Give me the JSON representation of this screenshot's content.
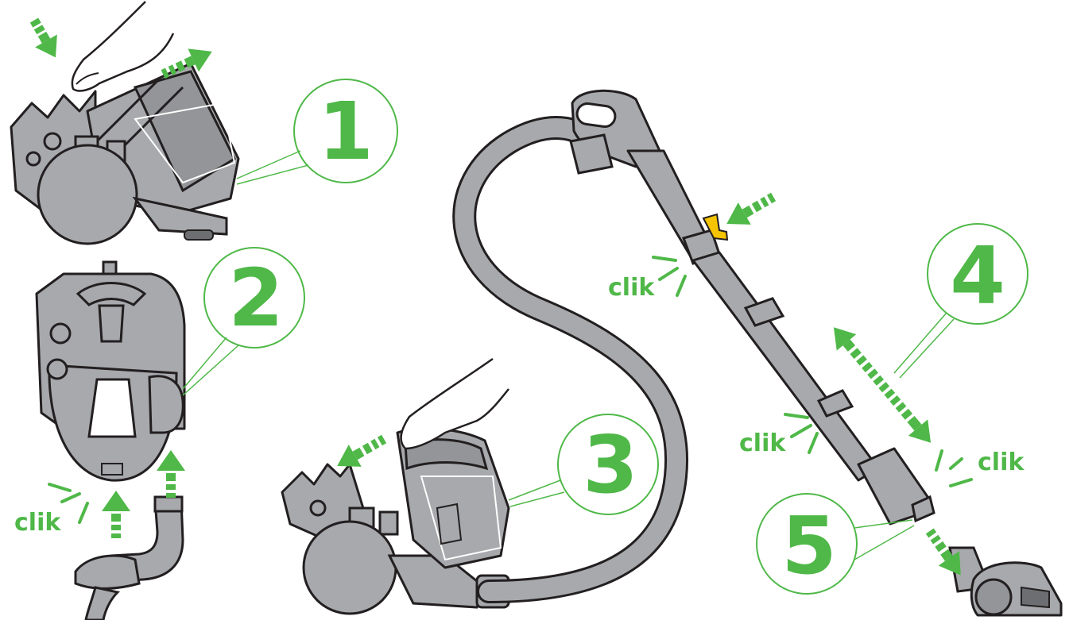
{
  "steps": [
    {
      "label": "1"
    },
    {
      "label": "2"
    },
    {
      "label": "3"
    },
    {
      "label": "4"
    },
    {
      "label": "5"
    }
  ],
  "clik_labels": [
    {
      "text": "clik"
    },
    {
      "text": "clik"
    },
    {
      "text": "clik"
    },
    {
      "text": "clik"
    }
  ],
  "colors": {
    "accent": "#4fb848",
    "body": "#a7a9ac",
    "dark": "#231f20",
    "trigger": "#f5c400"
  }
}
